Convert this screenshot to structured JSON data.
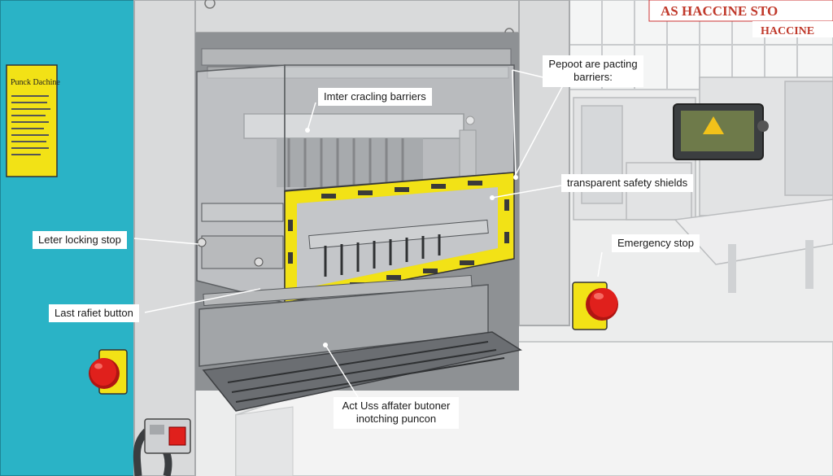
{
  "colors": {
    "machine_teal": "#2ab3c6",
    "safety_yellow": "#f2e216",
    "stop_red": "#e0201c",
    "frame_gray": "#d8d9da"
  },
  "sign": {
    "title": "Punck Dachine"
  },
  "factory_sign": {
    "line1": "AS HACCINE STO",
    "line2": "HACCINE"
  },
  "labels": {
    "barriers_top": {
      "line1": "Pepoot are pacting",
      "line2": "barriers:"
    },
    "inner_barriers": "Imter cracling barriers",
    "shields": "transparent safety shields",
    "locking_stop": "Leter locking stop",
    "emergency_stop": "Emergency stop",
    "last_button": "Last rafiet button",
    "act_button": {
      "line1": "Act Uss affater butoner",
      "line2": "inotching puncon"
    }
  }
}
